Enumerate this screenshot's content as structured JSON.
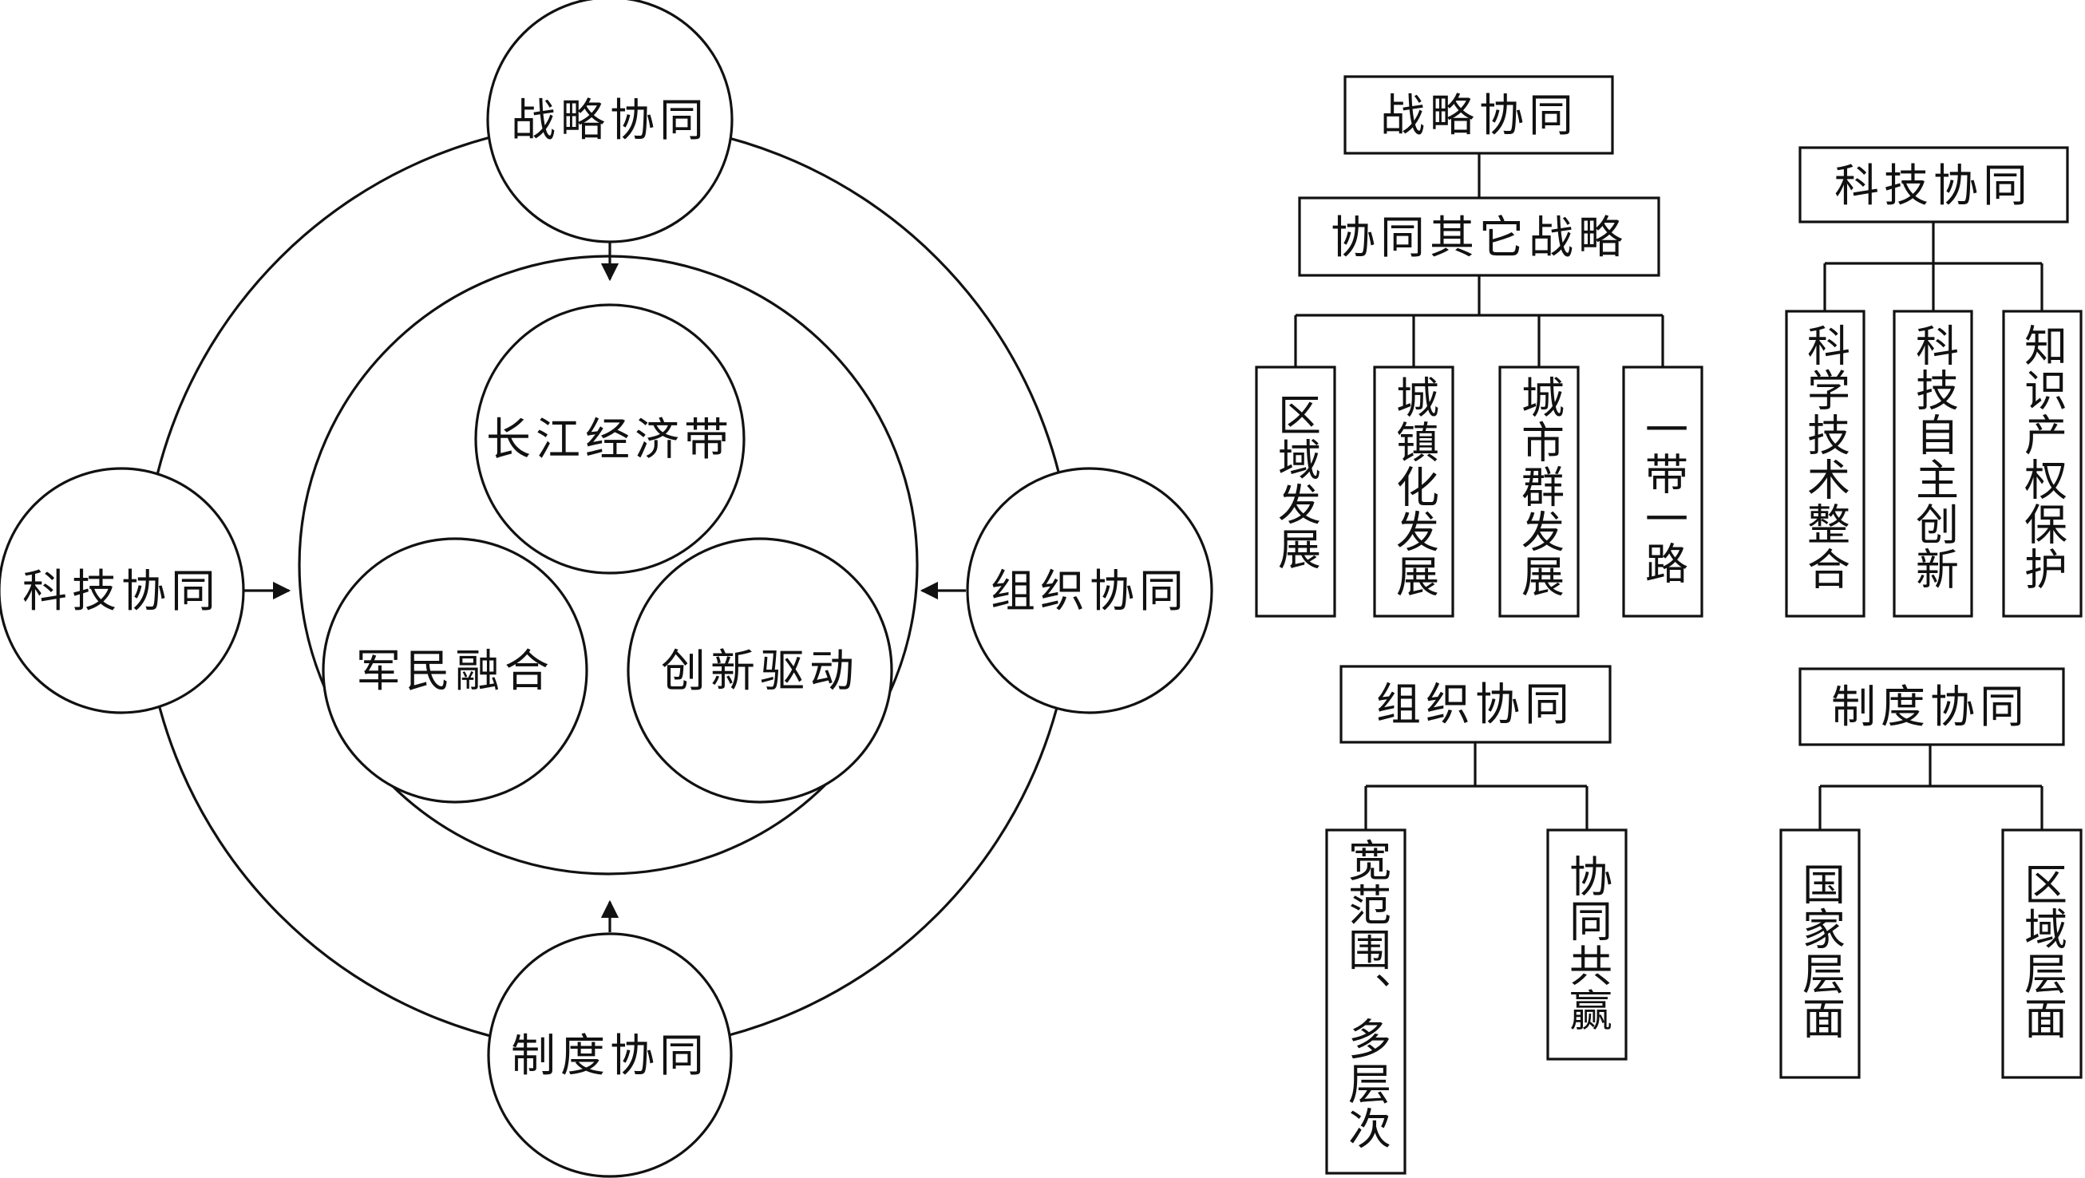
{
  "left_diagram": {
    "outer_nodes": {
      "top": "战略协同",
      "left": "科技协同",
      "right": "组织协同",
      "bottom": "制度协同"
    },
    "inner_nodes": {
      "top": "长江经济带",
      "left": "军民融合",
      "right": "创新驱动"
    }
  },
  "right_diagram": {
    "strategy": {
      "title": "战略协同",
      "sub": "协同其它战略",
      "children": [
        "区域发展",
        "城镇化发展",
        "城市群发展",
        "一带一路"
      ]
    },
    "tech": {
      "title": "科技协同",
      "children": [
        "科学技术整合",
        "科技自主创新",
        "知识产权保护"
      ]
    },
    "org": {
      "title": "组织协同",
      "children": [
        "宽范围、多层次",
        "协同共赢"
      ]
    },
    "system": {
      "title": "制度协同",
      "children": [
        "国家层面",
        "区域层面"
      ]
    }
  }
}
